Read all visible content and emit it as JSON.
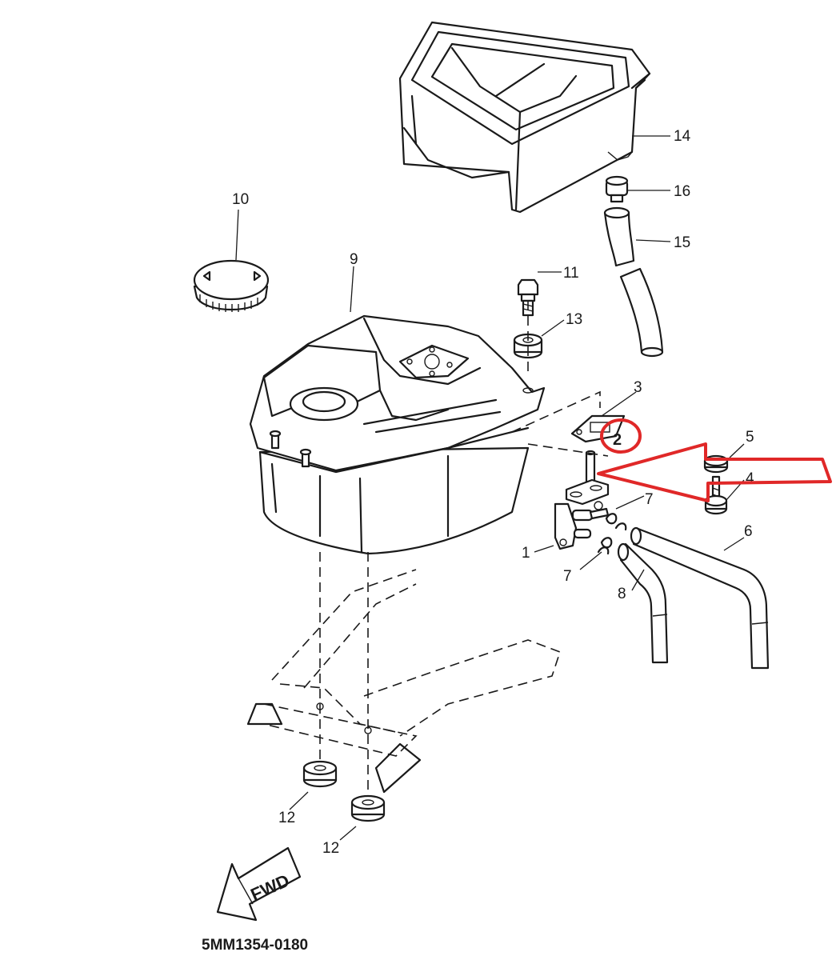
{
  "diagram": {
    "part_code": "5MM1354-0180",
    "fwd_label": "FWD",
    "highlight_color": "#e02828",
    "callouts": {
      "c1": "1",
      "c2": "2",
      "c3": "3",
      "c4": "4",
      "c5": "5",
      "c6": "6",
      "c7a": "7",
      "c7b": "7",
      "c8": "8",
      "c9": "9",
      "c10": "10",
      "c11": "11",
      "c12a": "12",
      "c12b": "12",
      "c13": "13",
      "c14": "14",
      "c15": "15",
      "c16": "16"
    }
  }
}
